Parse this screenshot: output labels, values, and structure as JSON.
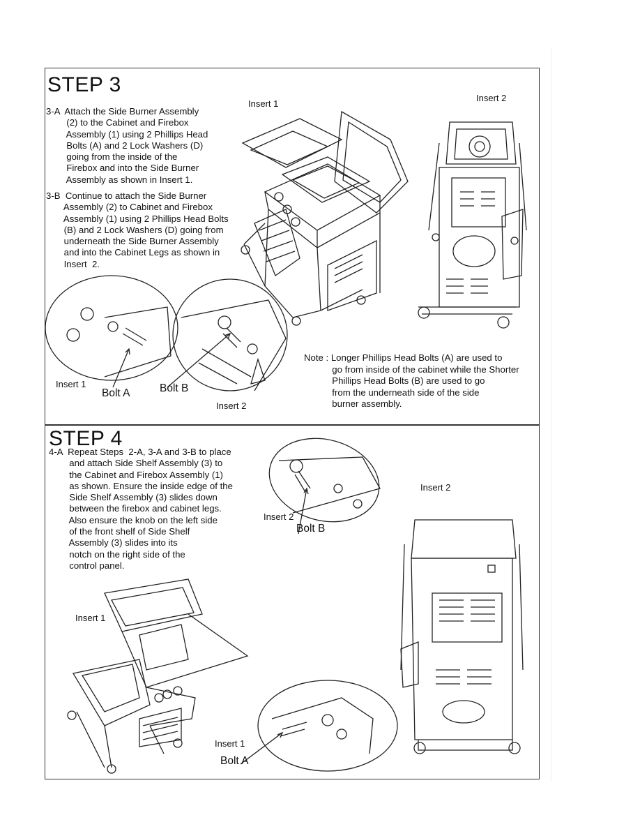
{
  "step3": {
    "title": "STEP 3",
    "a_text": "3-A  Attach the Side Burner Assembly\n        (2) to the Cabinet and Firebox\n        Assembly (1) using 2 Phillips Head\n        Bolts (A) and 2 Lock Washers (D)\n        going from the inside of the\n        Firebox and into the Side Burner\n        Assembly as shown in Insert 1.",
    "b_text": "3-B  Continue to attach the Side Burner\n       Assembly (2) to Cabinet and Firebox\n       Assembly (1) using 2 Phillips Head Bolts\n       (B) and 2 Lock Washers (D) going from\n       underneath the Side Burner Assembly\n       and into the Cabinet Legs as shown in\n       Insert  2.",
    "insert1_top": "Insert 1",
    "insert2_top": "Insert 2",
    "insert1_detail": "Insert 1",
    "insert2_detail": "Insert 2",
    "bolt_a": "Bolt A",
    "bolt_b": "Bolt B",
    "note": "Note : Longer Phillips Head Bolts (A) are used to\n           go from inside of the cabinet while the Shorter\n           Phillips Head Bolts (B) are used to go\n           from the underneath side of the side\n           burner assembly."
  },
  "step4": {
    "title": "STEP 4",
    "a_text": "4-A  Repeat Steps  2-A, 3-A and 3-B to place\n        and attach Side Shelf Assembly (3) to\n        the Cabinet and Firebox Assembly (1)\n        as shown. Ensure the inside edge of the\n        Side Shelf Assembly (3) slides down\n        between the firebox and cabinet legs.\n        Also ensure the knob on the left side\n        of the front shelf of Side Shelf\n        Assembly (3) slides into its\n        notch on the right side of the\n        control panel.",
    "insert2_detail": "Insert 2",
    "bolt_b": "Bolt B",
    "insert2_top": "Insert 2",
    "insert1_top": "Insert 1",
    "insert1_detail": "Insert 1",
    "bolt_a": "Bolt A"
  }
}
